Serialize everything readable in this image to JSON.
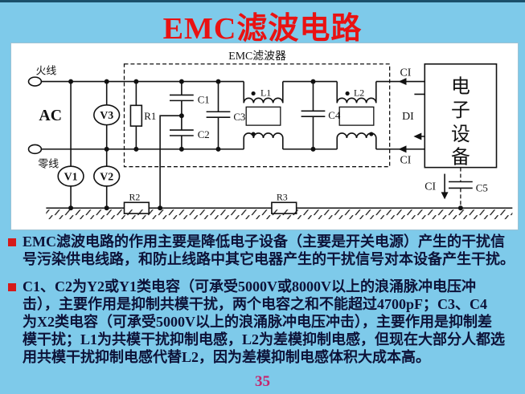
{
  "title": "EMC滤波电路",
  "page_number": "35",
  "colors": {
    "background": "#7ecaea",
    "title": "#e91212",
    "body_text": "#0d1238",
    "bullet_marker": "#d51a1a",
    "page_number": "#c6246d",
    "panel": "#ffffff",
    "circuit_stroke": "#111111"
  },
  "diagram": {
    "filter_box_label": "EMC滤波器",
    "labels": {
      "live": "火线",
      "neutral": "零线",
      "ac": "AC",
      "v1": "V1",
      "v2": "V2",
      "v3": "V3",
      "r1": "R1",
      "r2": "R2",
      "r3": "R3",
      "c1": "C1",
      "c2": "C2",
      "c3": "C3",
      "c4": "C4",
      "c5": "C5",
      "l1": "L1",
      "l2": "L2",
      "ci": "CI",
      "di": "DI"
    },
    "device": {
      "chars": [
        "电",
        "子",
        "设",
        "备"
      ]
    }
  },
  "bullets": [
    {
      "lines": [
        "EMC滤波电路的作用主要是降低电子设备（主要是开关电源）产生的干扰信",
        "号污染供电线路，和防止线路中其它电器产生的干扰信号对本设备产生干扰。"
      ]
    },
    {
      "lines": [
        "C1、C2为Y2或Y1类电容（可承受5000V或8000V以上的浪涌脉冲电压冲",
        "击），主要作用是抑制共模干扰，两个电容之和不能超过4700pF；C3、C4",
        "为X2类电容（可承受5000V以上的浪涌脉冲电压冲击），主要作用是抑制差",
        "模干扰；L1为共模干扰抑制电感，L2为差模抑制电感，但现在大部分人都选",
        "用共模干扰抑制电感代替L2，因为差模抑制电感体积大成本高。"
      ]
    }
  ]
}
